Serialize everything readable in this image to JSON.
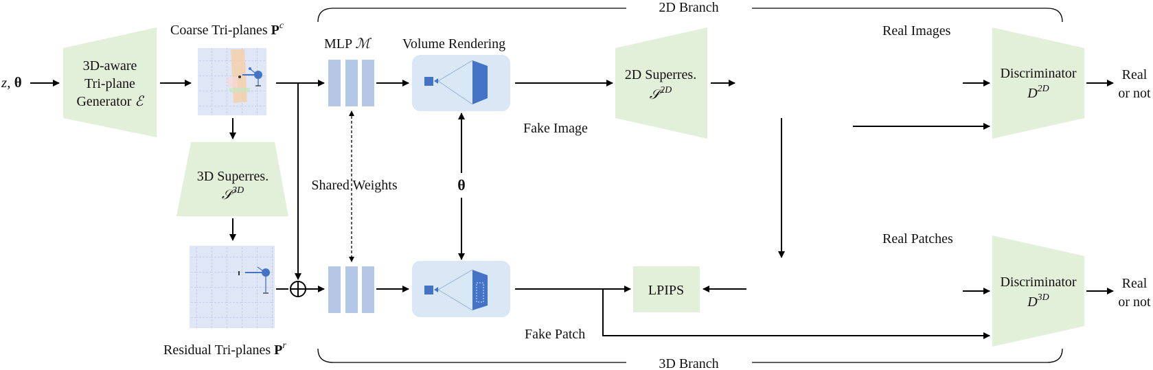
{
  "diagram": {
    "inputs": {
      "z": "z",
      "sep": ", ",
      "theta": "θ"
    },
    "generator": {
      "line1": "3D-aware",
      "line2": "Tri-plane",
      "line3": "Generator",
      "symbol": "ℰ"
    },
    "coarse_triplanes": {
      "label": "Coarse Tri-planes",
      "symbol": "P",
      "sup": "c"
    },
    "residual_triplanes": {
      "label": "Residual Tri-planes",
      "symbol": "P",
      "sup": "r"
    },
    "superres_3d": {
      "line1": "3D Superres.",
      "symbol": "𝒮",
      "sup": "3D"
    },
    "superres_2d": {
      "line1": "2D Superres.",
      "symbol": "𝒮",
      "sup": "2D"
    },
    "mlp": {
      "label": "MLP",
      "symbol": "ℳ"
    },
    "shared_weights": "Shared Weights",
    "volume_rendering": "Volume Rendering",
    "theta_label": "θ",
    "fake_image": "Fake Image",
    "fake_patch": "Fake Patch",
    "real_images": "Real Images",
    "real_patches": "Real Patches",
    "lpips": "LPIPS",
    "disc_2d": {
      "line1": "Discriminator",
      "symbol": "D",
      "sup": "2D"
    },
    "disc_3d": {
      "line1": "Discriminator",
      "symbol": "D",
      "sup": "3D"
    },
    "output_top": {
      "line1": "Real",
      "line2": "or not"
    },
    "output_bottom": {
      "line1": "Real",
      "line2": "or not"
    },
    "branch_2d": "2D Branch",
    "branch_3d": "3D Branch",
    "colors": {
      "green": "#e2efd9",
      "blue_block": "#b4c7e7",
      "render_bg": "#dae8f5",
      "camera": "#4472c4",
      "grid_bg": "#dfe6f5",
      "grid_line": "#a9bbdc"
    }
  }
}
